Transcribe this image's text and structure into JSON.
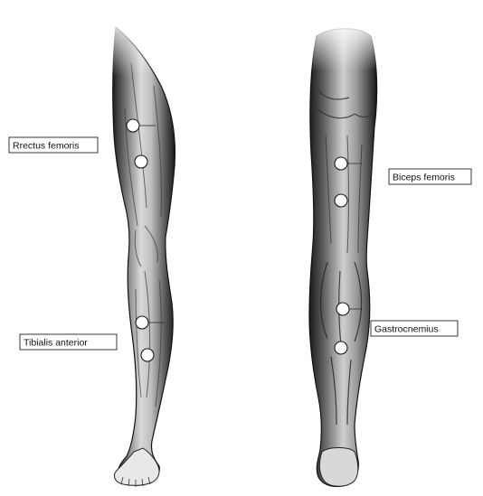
{
  "labels": {
    "rectus_femoris": "Rrectus femoris",
    "tibialis_anterior": "Tibialis anterior",
    "biceps_femoris": "Biceps femoris",
    "gastrocnemius": "Gastrocnemius"
  },
  "colors": {
    "background": "#ffffff",
    "skin_shade_dark": "#2b2b2b",
    "skin_shade_mid": "#8a8a8a",
    "skin_highlight": "#e6e6e6",
    "electrode_fill": "#ffffff",
    "outline": "#1a1a1a"
  },
  "views": [
    "anterior-leg",
    "posterior-leg"
  ],
  "electrode_sites_per_muscle": 2
}
